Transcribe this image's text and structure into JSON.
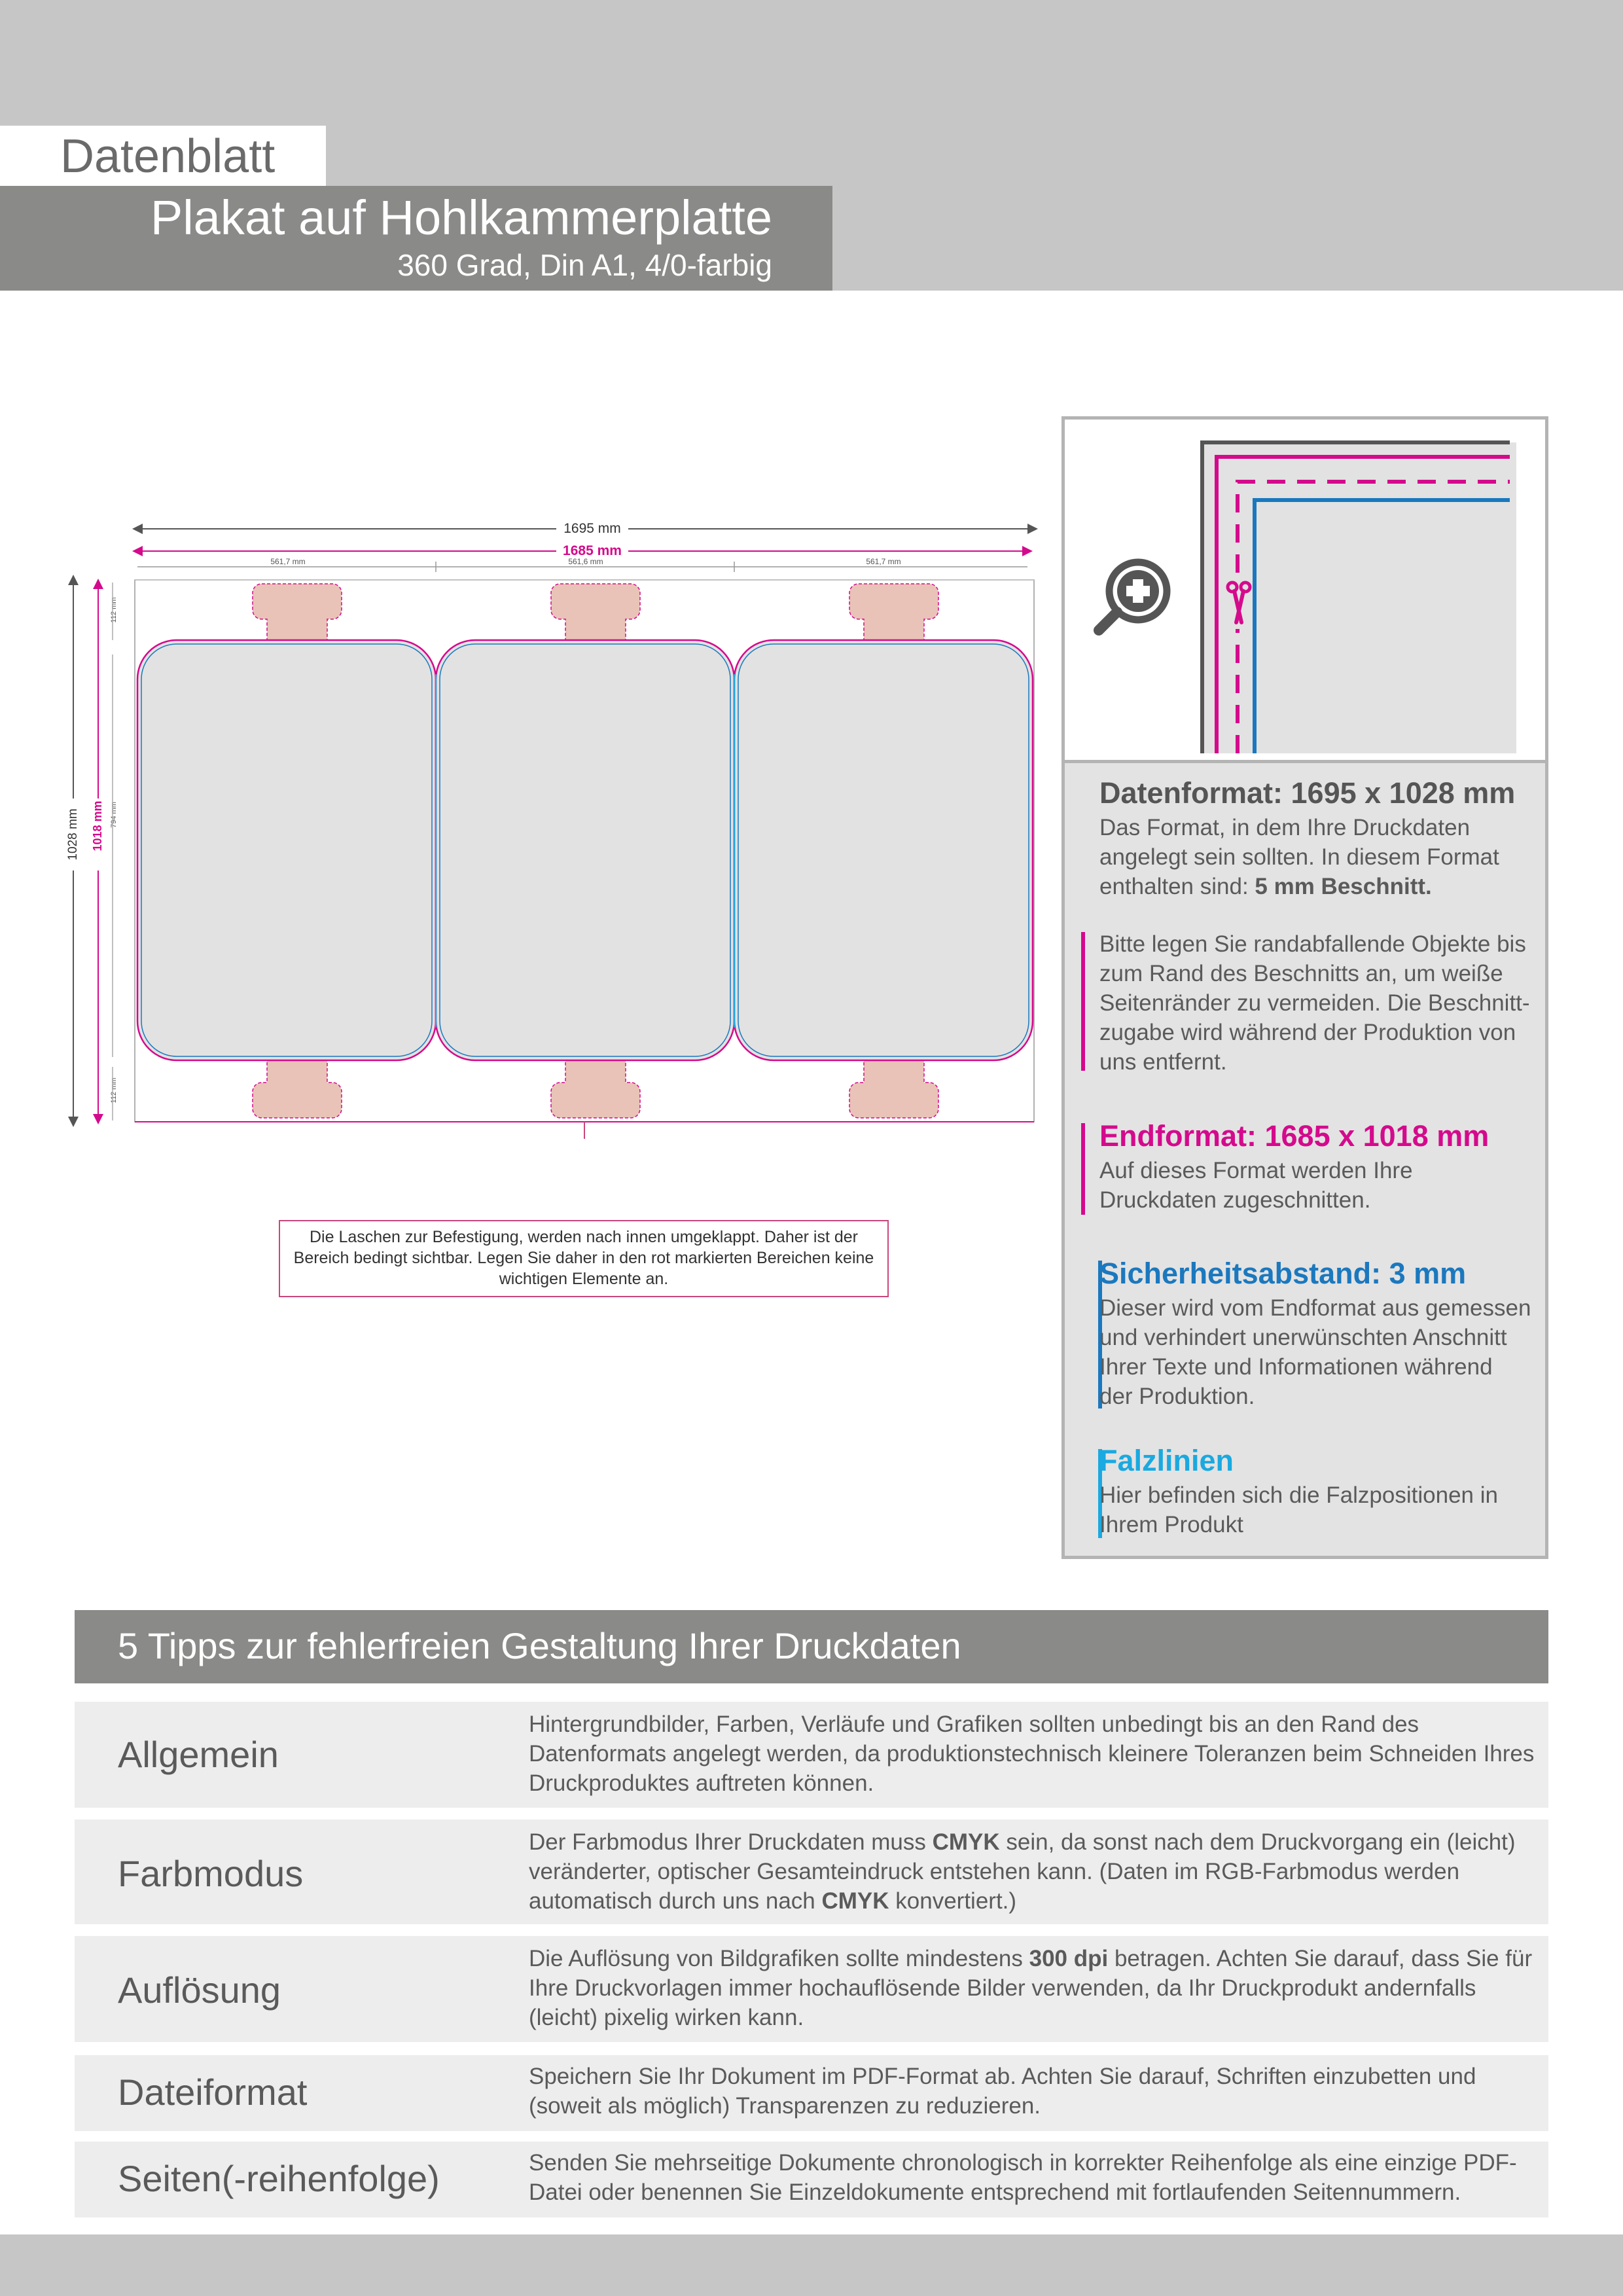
{
  "header": {
    "tag": "Datenblatt",
    "title": "Plakat auf Hohlkammerplatte",
    "subtitle": "360 Grad, Din A1, 4/0-farbig"
  },
  "diagram": {
    "width_total": "1695 mm",
    "width_final": "1685 mm",
    "seg_left": "561,7 mm",
    "seg_mid": "561,6 mm",
    "seg_right": "561,7 mm",
    "height_total": "1028 mm",
    "height_final": "1018 mm",
    "height_inner": "794 mm",
    "tab_top": "112 mm",
    "tab_bottom": "112 mm",
    "note": "Die Laschen zur Befestigung, werden nach innen umgeklappt. Daher ist der Bereich bedingt sichtbar. Legen Sie daher in den rot markierten Bereichen keine wichtigen Elemente an.",
    "colors": {
      "magenta": "#d40a8c",
      "blue": "#1b78be",
      "cyan": "#1aa9e0",
      "tab": "#e9c3b7",
      "fill": "#e2e2e2"
    }
  },
  "panel": {
    "datenformat_title": "Datenformat: 1695 x 1028 mm",
    "datenformat_text": "Das Format, in dem Ihre Druckdaten angelegt sein sollten. In diesem Format enthalten sind:",
    "datenformat_bold": "5 mm Beschnitt.",
    "beschnitt_text": "Bitte legen Sie randabfallende Objekte bis zum Rand des Beschnitts an, um weiße Seitenränder zu vermeiden. Die Beschnitt-zugabe wird während der Produktion von uns entfernt.",
    "endformat_title": "Endformat: 1685 x 1018 mm",
    "endformat_text": "Auf dieses Format werden Ihre Druckdaten zugeschnitten.",
    "sicherheit_title": "Sicherheitsabstand: 3 mm",
    "sicherheit_text": "Dieser wird vom Endformat aus gemessen und verhindert unerwünschten Anschnitt Ihrer Texte und Informationen während der Produktion.",
    "falz_title": "Falzlinien",
    "falz_text": "Hier befinden sich die Falzpositionen in Ihrem Produkt",
    "icons": [
      "zoom-in-icon",
      "scissors-icon"
    ]
  },
  "tips": {
    "header": "5 Tipps zur fehlerfreien Gestaltung Ihrer Druckdaten",
    "rows": [
      {
        "label": "Allgemein",
        "text": "Hintergrundbilder, Farben, Verläufe und Grafiken sollten unbedingt bis an den Rand des Datenformats angelegt werden, da produktionstechnisch kleinere Toleranzen beim Schneiden Ihres Druckproduktes auftreten können."
      },
      {
        "label": "Farbmodus",
        "t1": "Der Farbmodus Ihrer Druckdaten muss ",
        "b1": "CMYK",
        "t2": " sein, da sonst nach dem Druckvorgang ein (leicht) veränderter, optischer Gesamteindruck entstehen kann. (Daten im RGB-Farbmodus werden automatisch durch uns nach ",
        "b2": "CMYK",
        "t3": " konvertiert.)"
      },
      {
        "label": "Auflösung",
        "t1": "Die Auflösung von Bildgrafiken sollte mindestens ",
        "b1": "300 dpi",
        "t2": " betragen. Achten Sie darauf, dass Sie für Ihre Druckvorlagen immer hochauflösende Bilder verwenden, da Ihr Druckprodukt andernfalls (leicht) pixelig wirken kann."
      },
      {
        "label": "Dateiformat",
        "text": "Speichern Sie Ihr Dokument im PDF-Format ab. Achten Sie darauf, Schriften einzubetten und (soweit als möglich) Transparenzen zu reduzieren."
      },
      {
        "label": "Seiten(-reihenfolge)",
        "text": "Senden Sie mehrseitige Dokumente chronologisch in korrekter Reihenfolge als eine einzige PDF-Datei oder benennen Sie Einzeldokumente entsprechend mit fortlaufenden Seitennummern."
      }
    ]
  }
}
